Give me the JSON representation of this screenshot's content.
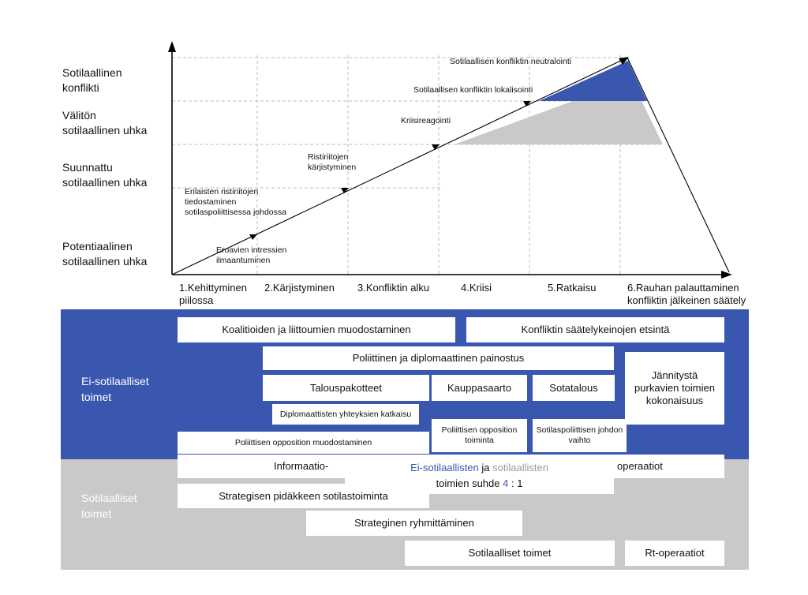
{
  "y_levels": [
    "Sotilaallinen\nkonflikti",
    "Välitön\nsotilaallinen uhka",
    "Suunnattu\nsotilaallinen uhka",
    "Potentiaalinen\nsotilaallinen uhka"
  ],
  "phases": [
    "1.Kehittyminen piilossa",
    "2.Kärjistyminen",
    "3.Konfliktin alku",
    "4.Kriisi",
    "5.Ratkaisu",
    "6.Rauhan palauttaminen konfliktin jälkeinen säätely"
  ],
  "chart_notes": {
    "neutralization": "Sotilaallisen konfliktin neutralointi",
    "localization": "Sotilaallisen konfliktin lokalisointi",
    "crisis_response": "Kriisireagointi",
    "escalation": "Ristiriitojen kärjistyminen",
    "awareness": "Erilaisten ristiriitojen tiedostaminen sotilaspoliittisessa johdossa",
    "interests": "Eroavien intressien ilmaantuminen"
  },
  "sections": {
    "non_military": "Ei-sotilaalliset toimet",
    "military": "Sotilaalliset toimet"
  },
  "boxes": {
    "coalitions": "Koalitioiden ja liittoumien muodostaminen",
    "regulation_search": "Konfliktin säätelykeinojen etsintä",
    "political_pressure": "Poliittinen ja diplomaattinen painostus",
    "tension_relief": "Jännitystä purkavien toimien kokonaisuus",
    "economic_sanctions": "Talouspakotteet",
    "trade_embargo": "Kauppasaarto",
    "war_economy": "Sotatalous",
    "diplomatic_break": "Diplomaattisten yhteyksien katkaisu",
    "opposition_action": "Poliittisen opposition toiminta",
    "leadership_change": "Sotilaspoliittisen johdon vaihto",
    "opposition_forming": "Poliittisen opposition muodostaminen",
    "information_ops_a": "Informaatio-",
    "information_ops_b": "operaatiot",
    "strategic_deterrence": "Strategisen pidäkkeen sotilastoiminta",
    "strategic_grouping": "Strateginen ryhmittäminen",
    "military_actions": "Sotilaalliset toimet",
    "rt_operations": "Rt-operaatiot"
  },
  "ratio": {
    "part1": "Ei-sotilaallisten",
    "part2": " ja ",
    "part3": "sotilaallisten",
    "part4": "toimien suhde ",
    "part5": "4",
    "part6": " : 1"
  },
  "colors": {
    "blue": "#3a57b0",
    "grey": "#c9c9c9",
    "text_grey": "#9a9a9a"
  }
}
